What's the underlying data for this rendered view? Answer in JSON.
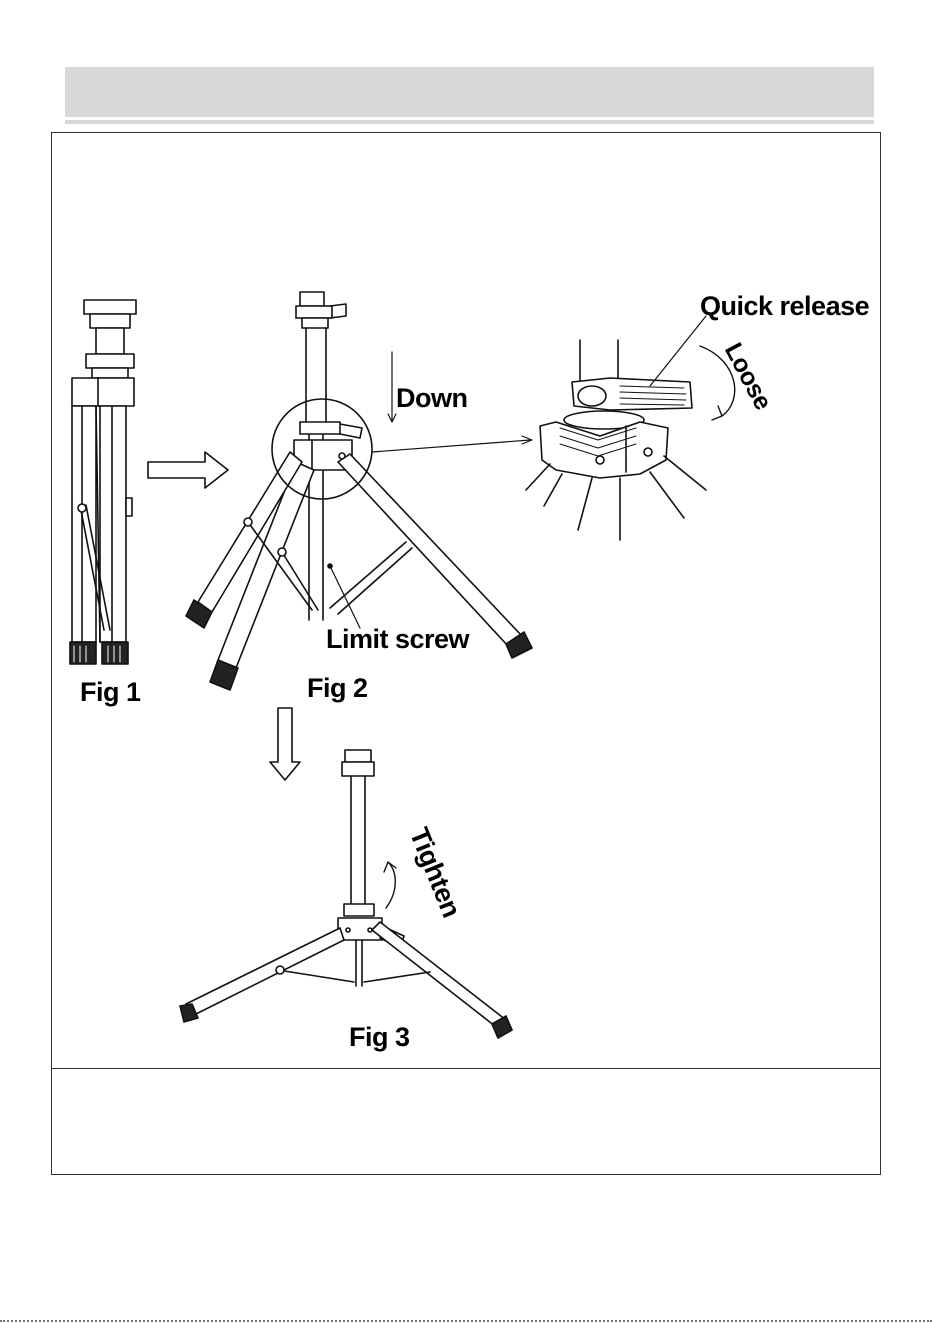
{
  "labels": {
    "quick_release": "Quick release",
    "loose": "Loose",
    "down": "Down",
    "limit_screw": "Limit screw",
    "fig1": "Fig 1",
    "fig2": "Fig 2",
    "fig3": "Fig 3",
    "tighten": "Tighten"
  }
}
